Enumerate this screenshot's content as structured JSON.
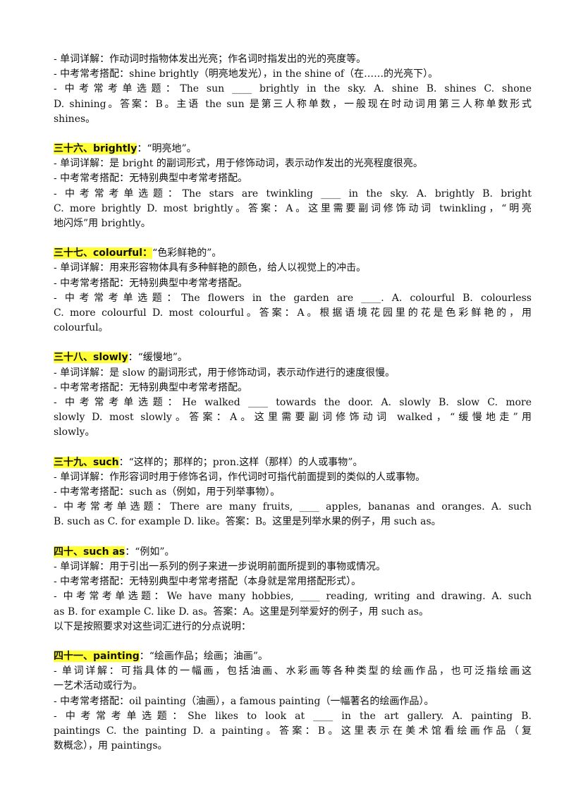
{
  "intro": {
    "l1": "- 单词详解：作动词时指物体发出光亮；作名词时指发出的光的亮度等。",
    "l2": "- 中考常考搭配：shine brightly（明亮地发光），in the shine of（在……的光亮下）。",
    "l3": "- 中考常考单选题：The sun ____ brightly in the sky. A. shine  B. shines  C. shone",
    "l4": "D. shining。答案：B。主语 the sun 是第三人称单数，一般现在时动词用第三人称单数形式",
    "l5": "shines。"
  },
  "s36": {
    "head": "三十六、brightly",
    "meaning": "：“明亮地”。",
    "l1": "- 单词详解：是 bright 的副词形式，用于修饰动词，表示动作发出的光亮程度很亮。",
    "l2": "- 中考常考搭配：无特别典型中考常考搭配。",
    "l3": "- 中考常考单选题：The stars are twinkling ____ in the sky. A. brightly  B. bright",
    "l4": "C. more brightly  D. most brightly。答案：A。这里需要副词修饰动词 twinkling，“明亮",
    "l5": "地闪烁”用 brightly。"
  },
  "s37": {
    "head": "三十七、colourful：",
    "meaning": "“色彩鲜艳的”。",
    "l1": "- 单词详解：用来形容物体具有多种鲜艳的颜色，给人以视觉上的冲击。",
    "l2": "- 中考常考搭配：无特别典型中考常考搭配。",
    "l3": "- 中考常考单选题：The flowers in the garden are ____. A. colourful  B. colourless",
    "l4": "C. more colourful  D. most colourful。答案：A。根据语境花园里的花是色彩鲜艳的，用",
    "l5": "colourful。"
  },
  "s38": {
    "head": "三十八、slowly",
    "meaning": "：“缓慢地”。",
    "l1": "- 单词详解：是 slow 的副词形式，用于修饰动词，表示动作进行的速度很慢。",
    "l2": "- 中考常考搭配：无特别典型中考常考搭配。",
    "l3": "- 中考常考单选题：He walked ____ towards the door. A. slowly  B. slow  C. more",
    "l4": "slowly  D. most slowly。答案：A。这里需要副词修饰动词 walked，“缓慢地走”用",
    "l5": "slowly。"
  },
  "s39": {
    "head": "三十九、such",
    "meaning": "：“这样的；那样的；pron.这样（那样）的人或事物”。",
    "l1": "- 单词详解：作形容词时用于修饰名词，作代词时可指代前面提到的类似的人或事物。",
    "l2": "- 中考常考搭配：such as（例如，用于列举事物）。",
    "l3": "- 中考常考单选题：There are many fruits, ____ apples, bananas and oranges. A. such",
    "l4": "B. such as  C. for example  D. like。答案：B。这里是列举水果的例子，用 such as。"
  },
  "s40": {
    "head": "四十、such as",
    "meaning": "：“例如”。",
    "l1": "- 单词详解：用于引出一系列的例子来进一步说明前面所提到的事物或情况。",
    "l2": "- 中考常考搭配：无特别典型中考常考搭配（本身就是常用搭配形式）。",
    "l3": "- 中考常考单选题：We have many hobbies, ____ reading, writing and drawing. A. such",
    "l4": "as  B. for example  C. like  D. as。答案：A。这里是列举爱好的例子，用 such as。",
    "l5": "以下是按照要求对这些词汇进行的分点说明："
  },
  "s41": {
    "head": "四十一、painting",
    "meaning": "：“绘画作品；绘画；油画”。",
    "l1": "- 单词详解：可指具体的一幅画，包括油画、水彩画等各种类型的绘画作品，也可泛指绘画这",
    "l2": "一艺术活动或行为。",
    "l3": "- 中考常考搭配：oil painting（油画），a famous painting（一幅著名的绘画作品）。",
    "l4": "- 中考常考单选题：She likes to look at ____ in the art gallery. A. painting  B.",
    "l5": "paintings  C. the painting  D. a painting。答案：B。这里表示在美术馆看绘画作品（复",
    "l6": "数概念），用 paintings。"
  },
  "colors": {
    "highlight": "#ffff33",
    "text": "#111111"
  }
}
